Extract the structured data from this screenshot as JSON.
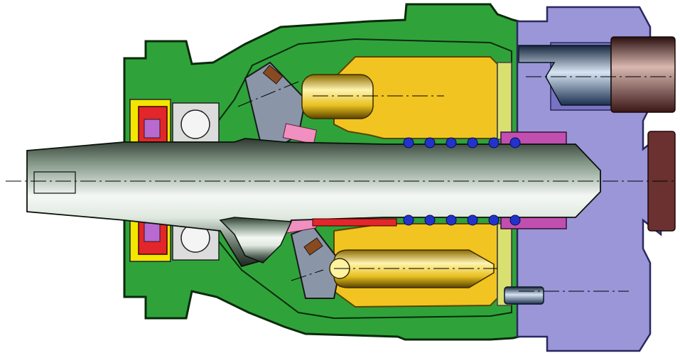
{
  "diagram": {
    "kind": "axial piston pump cross-section",
    "colors": {
      "housing": "#2fa33a",
      "housing_outline": "#0d3d12",
      "end_cap": "#9a96d8",
      "end_cap_dark": "#7873c0",
      "cylinder_block": "#f2c421",
      "cylinder_block_dark": "#c99a10",
      "shaft_light": "#eef4ee",
      "shaft_dark": "#39483c",
      "seal_red": "#e3262b",
      "bearing": "#dcdcdc",
      "spring_blue": "#2233cc",
      "valve_plate_magenta": "#c04fb0",
      "pink": "#f08fc0",
      "bolt_brown": "#6b3030",
      "bolt_blue": "#3a5f9a",
      "swashplate_gray": "#8a96a8",
      "slipper_brown": "#8a4a20",
      "centerline": "#000000"
    },
    "parts": [
      {
        "name": "housing",
        "icon": "housing-shape"
      },
      {
        "name": "end-cap",
        "icon": "end-cap-shape"
      },
      {
        "name": "drive-shaft",
        "icon": "shaft-shape"
      },
      {
        "name": "cylinder-block",
        "icon": "cylinder-block-shape"
      },
      {
        "name": "swashplate",
        "icon": "swashplate-shape"
      },
      {
        "name": "pistons",
        "icon": "piston-shape"
      },
      {
        "name": "shaft-seal",
        "icon": "seal-shape"
      },
      {
        "name": "ball-bearing",
        "icon": "bearing-shape"
      },
      {
        "name": "spring",
        "icon": "spring-shape"
      },
      {
        "name": "valve-plate",
        "icon": "valve-plate-shape"
      },
      {
        "name": "port-bolts",
        "icon": "bolt-shape"
      }
    ]
  }
}
